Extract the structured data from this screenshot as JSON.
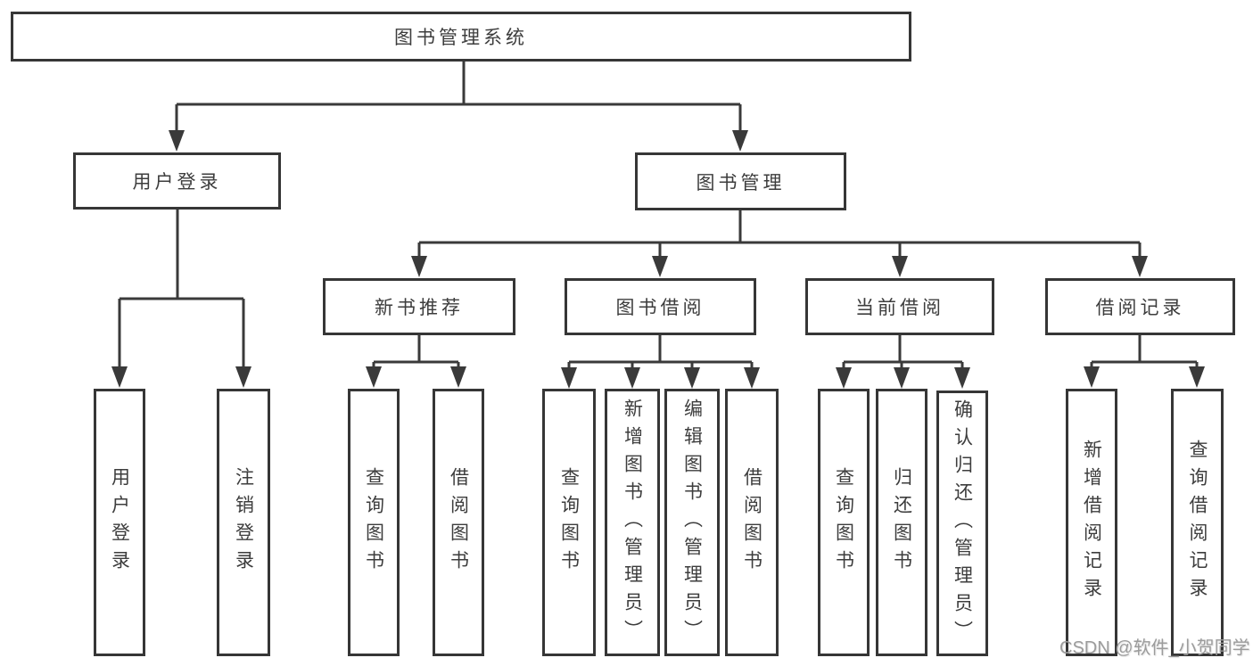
{
  "tree": {
    "root": "图书管理系统",
    "level2": [
      "用户登录",
      "图书管理"
    ],
    "level3": [
      "新书推荐",
      "图书借阅",
      "当前借阅",
      "借阅记录"
    ],
    "leaves": [
      "用户登录",
      "注销登录",
      "查询图书",
      "借阅图书",
      "查询图书",
      "新增图书（管理员）",
      "编辑图书（管理员）",
      "借阅图书",
      "查询图书",
      "归还图书",
      "确认归还（管理员）",
      "新增借阅记录",
      "查询借阅记录"
    ]
  },
  "watermark": "CSDN @软件_小贺同学",
  "colors": {
    "line": "#3a3a3a",
    "box_border": "#363636",
    "box_background": "#ffffff",
    "text": "#3d3d3d",
    "watermark_text": "#9c9c9c",
    "page_background": "#ffffff"
  }
}
